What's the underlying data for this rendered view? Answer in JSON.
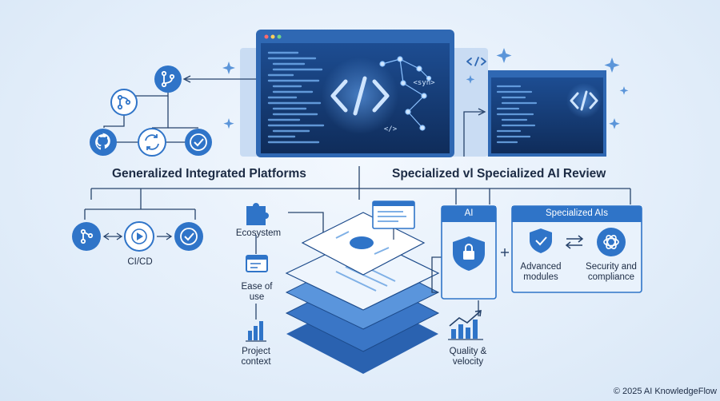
{
  "headings": {
    "left": "Generalized Integrated Platforms",
    "right": "Specialized vl Specialized AI Review"
  },
  "labels": {
    "cicd": "CI/CD",
    "ecosystem": "Ecosystem",
    "ease_of_use": "Ease of use",
    "project_context": "Project context",
    "quality_velocity": "Quality & velocity",
    "advanced_modules": "Advanced modules",
    "security_compliance": "Security and compliance"
  },
  "boxes": {
    "ai_title": "AI",
    "specialized_title": "Specialized AIs"
  },
  "code_tags": {
    "syn": "<syn>",
    "code_small": "</>"
  },
  "footer": {
    "copyright": "© 2025 AI KnowledgeFlow"
  },
  "colors": {
    "primary_blue": "#2f74c8",
    "dark_navy": "#14305c",
    "screen_blue": "#1c4a8a",
    "accent_light": "#7fb6f0",
    "line_color": "#27436b"
  },
  "icons": [
    "git-branch-icon",
    "git-merge-icon",
    "github-icon",
    "sync-icon",
    "check-icon",
    "git-commit-icon",
    "play-icon",
    "puzzle-icon",
    "window-icon",
    "bar-chart-icon",
    "shield-lock-icon",
    "shield-check-icon",
    "swap-arrows-icon",
    "openai-icon",
    "sparkle-icon"
  ]
}
